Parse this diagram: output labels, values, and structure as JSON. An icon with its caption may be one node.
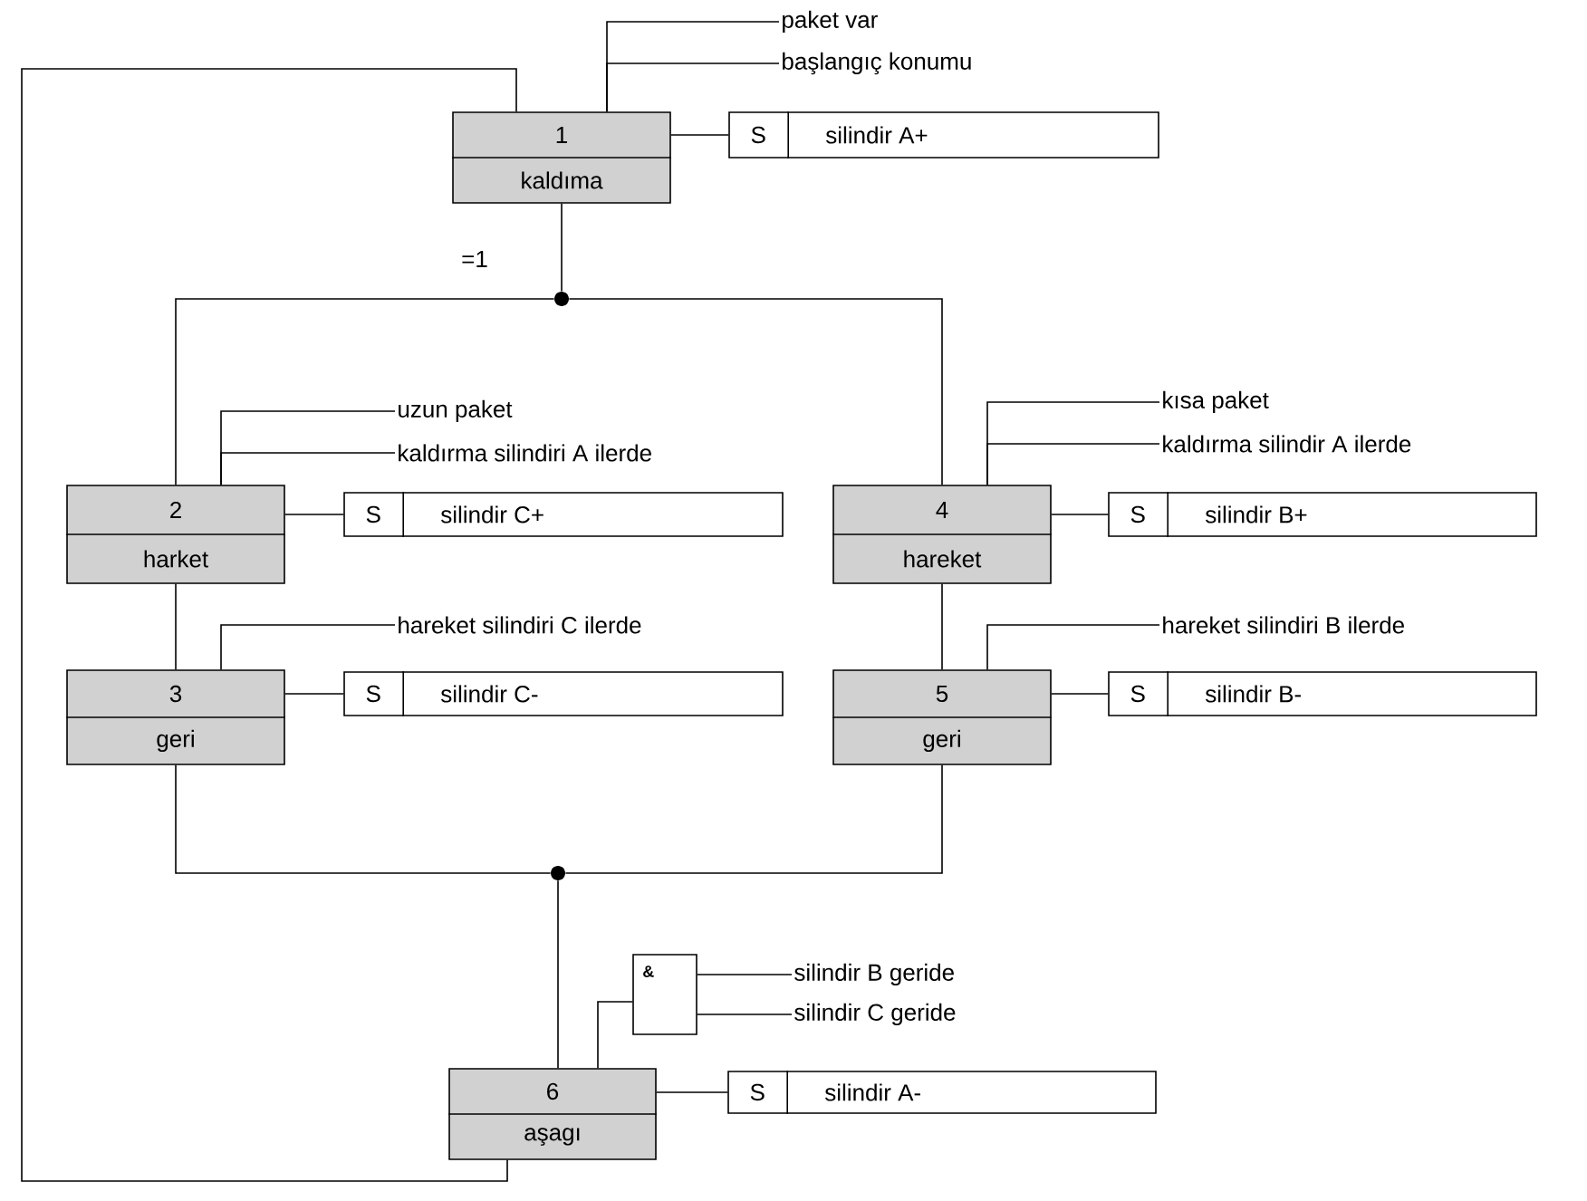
{
  "diagram": {
    "nodes": [
      {
        "text": [
          "1",
          "kaldıma"
        ]
      },
      {
        "text": [
          "S",
          "silindir A+"
        ]
      },
      {
        "text": [
          "paket var"
        ]
      },
      {
        "text": [
          "başlangıç konumu"
        ]
      },
      {
        "text": [],
        "shape": "circle"
      },
      {
        "text": [
          "2",
          "harket"
        ]
      },
      {
        "text": [
          "S",
          "silindir C+"
        ]
      },
      {
        "text": [
          "uzun paket"
        ]
      },
      {
        "text": [
          "kaldırma silindiri A ilerde"
        ]
      },
      {
        "text": [
          "3",
          "geri"
        ]
      },
      {
        "text": [
          "S",
          "silindir C-"
        ]
      },
      {
        "text": [
          "hareket silindiri C ilerde"
        ]
      },
      {
        "text": [
          "4",
          "hareket"
        ]
      },
      {
        "text": [
          "S",
          "silindir B+"
        ]
      },
      {
        "text": [
          "kısa paket"
        ]
      },
      {
        "text": [
          "kaldırma silindir A ilerde"
        ]
      },
      {
        "text": [
          "5",
          "geri"
        ]
      },
      {
        "text": [
          "S",
          "silindir B-"
        ]
      },
      {
        "text": [
          "hareket silindiri B ilerde"
        ]
      },
      {
        "text": [],
        "shape": "circle"
      },
      {
        "text": [
          "&"
        ]
      },
      {
        "text": [
          "silindir B geride"
        ]
      },
      {
        "text": [
          "silindir C geride"
        ]
      },
      {
        "text": [
          "6",
          "aşagı"
        ]
      },
      {
        "text": [
          "S",
          "silindir A-"
        ]
      }
    ],
    "edges": [
      {
        "from": 0,
        "to": 1,
        "arrow": "none"
      },
      {
        "from": 2,
        "to": 0,
        "arrow": "none"
      },
      {
        "from": 3,
        "to": 0,
        "arrow": "none"
      },
      {
        "from": 0,
        "to": 4,
        "arrow": "none",
        "label": "=1"
      },
      {
        "from": 4,
        "to": 5,
        "arrow": "none"
      },
      {
        "from": 4,
        "to": 12,
        "arrow": "none"
      },
      {
        "from": 5,
        "to": 6,
        "arrow": "none"
      },
      {
        "from": 7,
        "to": 5,
        "arrow": "none"
      },
      {
        "from": 8,
        "to": 5,
        "arrow": "none"
      },
      {
        "from": 5,
        "to": 9,
        "arrow": "none"
      },
      {
        "from": 9,
        "to": 10,
        "arrow": "none"
      },
      {
        "from": 11,
        "to": 9,
        "arrow": "none"
      },
      {
        "from": 12,
        "to": 13,
        "arrow": "none"
      },
      {
        "from": 14,
        "to": 12,
        "arrow": "none"
      },
      {
        "from": 15,
        "to": 12,
        "arrow": "none"
      },
      {
        "from": 12,
        "to": 16,
        "arrow": "none"
      },
      {
        "from": 16,
        "to": 17,
        "arrow": "none"
      },
      {
        "from": 18,
        "to": 16,
        "arrow": "none"
      },
      {
        "from": 9,
        "to": 19,
        "arrow": "none"
      },
      {
        "from": 16,
        "to": 19,
        "arrow": "none"
      },
      {
        "from": 19,
        "to": 23,
        "arrow": "none"
      },
      {
        "from": 21,
        "to": 20,
        "arrow": "none"
      },
      {
        "from": 22,
        "to": 20,
        "arrow": "none"
      },
      {
        "from": 20,
        "to": 23,
        "arrow": "none"
      },
      {
        "from": 23,
        "to": 24,
        "arrow": "none"
      },
      {
        "from": 23,
        "to": 0,
        "arrow": "none"
      }
    ]
  }
}
